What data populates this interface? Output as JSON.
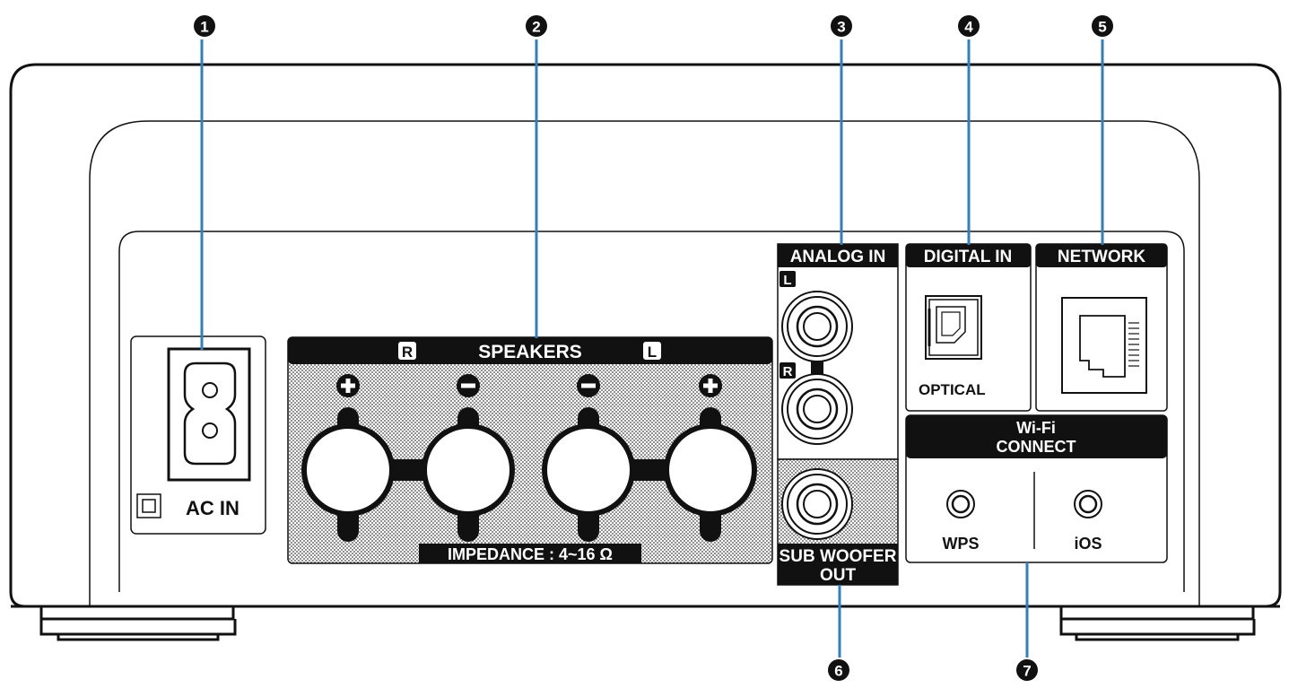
{
  "colors": {
    "leader_line": "#2f7fc1",
    "outline": "#111111",
    "badge_fill": "#111111",
    "badge_text": "#ffffff",
    "label_bar_fill": "#111111",
    "label_bar_text": "#ffffff"
  },
  "callouts": [
    {
      "number": "1"
    },
    {
      "number": "2"
    },
    {
      "number": "3"
    },
    {
      "number": "4"
    },
    {
      "number": "5"
    },
    {
      "number": "6"
    },
    {
      "number": "7"
    }
  ],
  "panels": {
    "ac_in": {
      "label": "AC IN"
    },
    "speakers": {
      "title": "SPEAKERS",
      "right_badge": "R",
      "left_badge": "L",
      "impedance": "IMPEDANCE : 4~16 Ω"
    },
    "analog_in": {
      "title": "ANALOG IN",
      "left_badge": "L",
      "right_badge": "R"
    },
    "digital_in": {
      "title": "DIGITAL IN",
      "port_label": "OPTICAL"
    },
    "network": {
      "title": "NETWORK"
    },
    "subwoofer": {
      "title_line1": "SUB WOOFER",
      "title_line2": "OUT"
    },
    "wifi": {
      "title_line1": "Wi-Fi",
      "title_line2": "CONNECT",
      "button_left": "WPS",
      "button_right": "iOS"
    }
  }
}
